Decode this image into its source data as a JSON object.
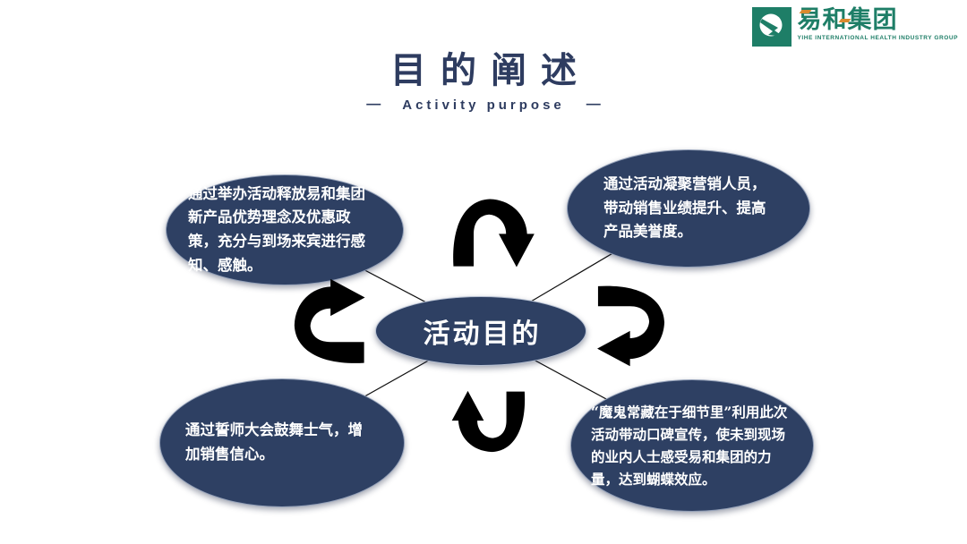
{
  "slide": {
    "title": "目的阐述",
    "subtitle": "Activity purpose",
    "subtitle_dash": "—"
  },
  "logo": {
    "name": "易和集团",
    "tagline": "YIHE INTERNATIONAL HEALTH INDUSTRY GROUP",
    "brand_green": "#1E7E67",
    "accent_orange": "#D98A2F"
  },
  "diagram": {
    "center": {
      "label": "活动目的"
    },
    "nodes": [
      {
        "id": "top-left",
        "text": "通过举办活动释放易和集团新产品优势理念及优惠政策，充分与到场来宾进行感知、感触。"
      },
      {
        "id": "top-right",
        "text": "通过活动凝聚营销人员，带动销售业绩提升、提高产品美誉度。"
      },
      {
        "id": "bottom-left",
        "text": "通过誓师大会鼓舞士气，增加销售信心。"
      },
      {
        "id": "bottom-right",
        "text": "“魔鬼常藏在于细节里”利用此次活动带动口碑宣传，使未到现场的业内人士感受易和集团的力量，达到蝴蝶效应。"
      }
    ],
    "colors": {
      "ellipse_fill": "#2E4063",
      "ellipse_border": "#93A0B8",
      "title_text": "#2E3C60",
      "arrow": "#000000"
    }
  }
}
